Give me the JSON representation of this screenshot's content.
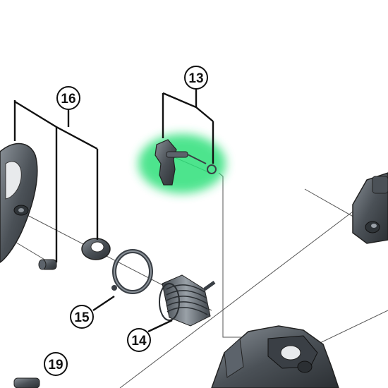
{
  "diagram": {
    "part_numbers": [
      "13",
      "14",
      "15",
      "16",
      "19"
    ],
    "highlighted_part": "13",
    "colors": {
      "highlight": "#2ee07a",
      "part_dark": "#3a3f45",
      "part_mid": "#5c636b",
      "part_light": "#8a9198",
      "leader": "#111111",
      "axis_line": "#555555"
    }
  }
}
